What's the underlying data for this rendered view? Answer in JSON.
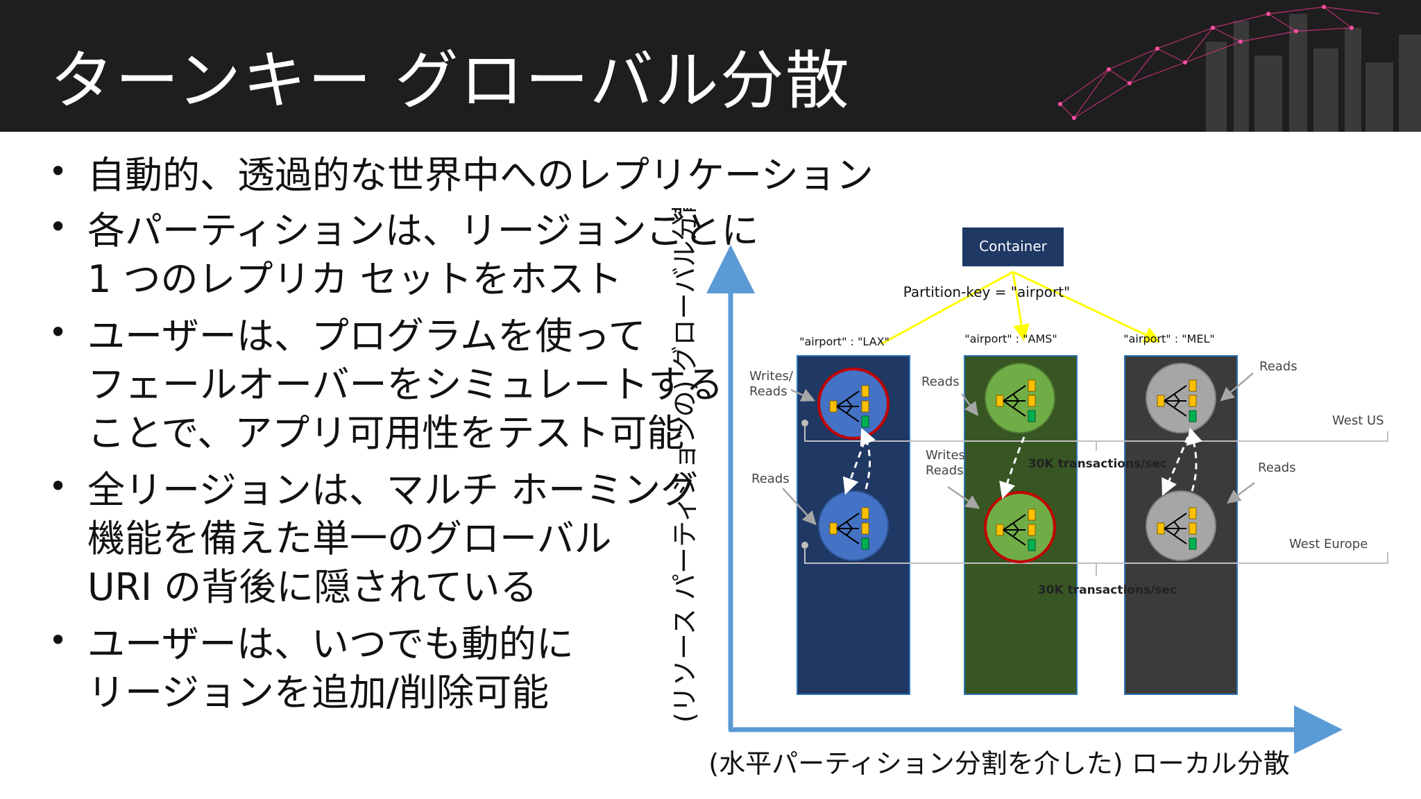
{
  "title": "ターンキー グローバル分散",
  "bullets": [
    {
      "lines": [
        "自動的、透過的な世界中へのレプリケーション"
      ]
    },
    {
      "lines": [
        "各パーティションは、リージョンごとに",
        "1 つのレプリカ セットをホスト"
      ]
    },
    {
      "lines": [
        "ユーザーは、プログラムを使って",
        "フェールオーバーをシミュレートする",
        "ことで、アプリ可用性をテスト可能"
      ]
    },
    {
      "lines": [
        "全リージョンは、マルチ ホーミング",
        "機能を備えた単一のグローバル",
        "URI の背後に隠されている"
      ]
    },
    {
      "lines": [
        "ユーザーは、いつでも動的に",
        "リージョンを追加/削除可能"
      ]
    }
  ],
  "bullet_char": "•",
  "diagram": {
    "container_label": "Container",
    "partition_key_label": "Partition-key = \"airport\"",
    "columns": [
      {
        "key_label": "\"airport\" : \"LAX\"",
        "color": "#1f3864"
      },
      {
        "key_label": "\"airport\" : \"AMS\"",
        "color": "#375623"
      },
      {
        "key_label": "\"airport\" : \"MEL\"",
        "color": "#3b3b3b"
      }
    ],
    "labels": {
      "writes_reads": "Writes/\nReads",
      "reads": "Reads",
      "west_us": "West US",
      "west_europe": "West Europe",
      "throughput_us": "30K transactions/sec",
      "throughput_eu": "30K transactions/sec"
    },
    "y_axis_label": "(リソース パーティションの) グローバル分散",
    "x_axis_label": "(水平パーティション分割を介した) ローカル分散",
    "colors": {
      "axis": "#5b9bd5",
      "container": "#1f3864",
      "key_lines": "#ffff00",
      "blue_node": "#4472c4",
      "green_node": "#70ad47",
      "gray_node": "#a6a6a6",
      "primary_ring": "#c00000",
      "leaf_yellow": "#ffc000",
      "leaf_green": "#00b050"
    }
  }
}
